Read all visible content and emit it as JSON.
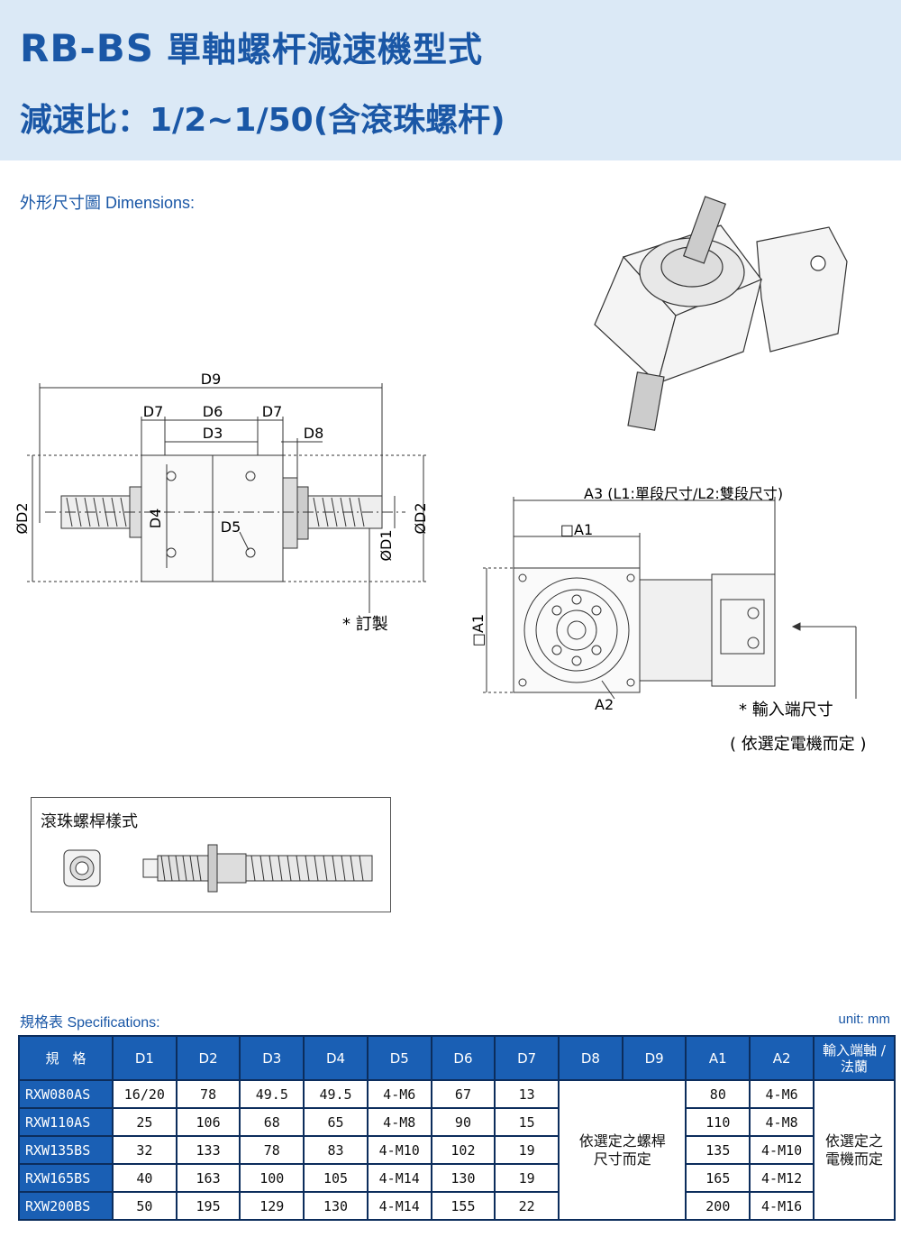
{
  "header": {
    "model": "RB-BS",
    "title": "單軸螺杆減速機型式",
    "subtitle": "減速比：1/2~1/50(含滾珠螺杆)"
  },
  "dimensions_title": "外形尺寸圖 Dimensions:",
  "drawing": {
    "labels": {
      "D9": "D9",
      "D7a": "D7",
      "D6": "D6",
      "D7b": "D7",
      "D3": "D3",
      "D8": "D8",
      "D2_left": "ØD2",
      "D4": "D4",
      "D5": "D5",
      "D1": "ØD1",
      "D2_right": "ØD2",
      "custom": "* 訂製"
    },
    "side": {
      "A3": "A3 (L1:單段尺寸/L2:雙段尺寸)",
      "A1_top": "□A1",
      "A1_side": "□A1",
      "A2": "A2",
      "input_size": "* 輸入端尺寸",
      "input_note": "( 依選定電機而定 )"
    }
  },
  "ballscrew": {
    "label": "滾珠螺桿樣式"
  },
  "specs_title": "規格表 Specifications:",
  "unit": "unit: mm",
  "table": {
    "headers": [
      "規　格",
      "D1",
      "D2",
      "D3",
      "D4",
      "D5",
      "D6",
      "D7",
      "D8",
      "D9",
      "A1",
      "A2",
      "輸入端軸 / 法蘭"
    ],
    "rows": [
      {
        "model": "RXW080AS",
        "D1": "16/20",
        "D2": "78",
        "D3": "49.5",
        "D4": "49.5",
        "D5": "4-M6",
        "D6": "67",
        "D7": "13",
        "A1": "80",
        "A2": "4-M6"
      },
      {
        "model": "RXW110AS",
        "D1": "25",
        "D2": "106",
        "D3": "68",
        "D4": "65",
        "D5": "4-M8",
        "D6": "90",
        "D7": "15",
        "A1": "110",
        "A2": "4-M8"
      },
      {
        "model": "RXW135BS",
        "D1": "32",
        "D2": "133",
        "D3": "78",
        "D4": "83",
        "D5": "4-M10",
        "D6": "102",
        "D7": "19",
        "A1": "135",
        "A2": "4-M10"
      },
      {
        "model": "RXW165BS",
        "D1": "40",
        "D2": "163",
        "D3": "100",
        "D4": "105",
        "D5": "4-M14",
        "D6": "130",
        "D7": "19",
        "A1": "165",
        "A2": "4-M12"
      },
      {
        "model": "RXW200BS",
        "D1": "50",
        "D2": "195",
        "D3": "129",
        "D4": "130",
        "D5": "4-M14",
        "D6": "155",
        "D7": "22",
        "A1": "200",
        "A2": "4-M16"
      }
    ],
    "d8d9_note_line1": "依選定之螺桿",
    "d8d9_note_line2": "尺寸而定",
    "input_note_line1": "依選定之",
    "input_note_line2": "電機而定"
  },
  "colors": {
    "brand": "#1a57a6",
    "header_bg": "#dbe9f6",
    "table_head": "#1a5fb4"
  }
}
